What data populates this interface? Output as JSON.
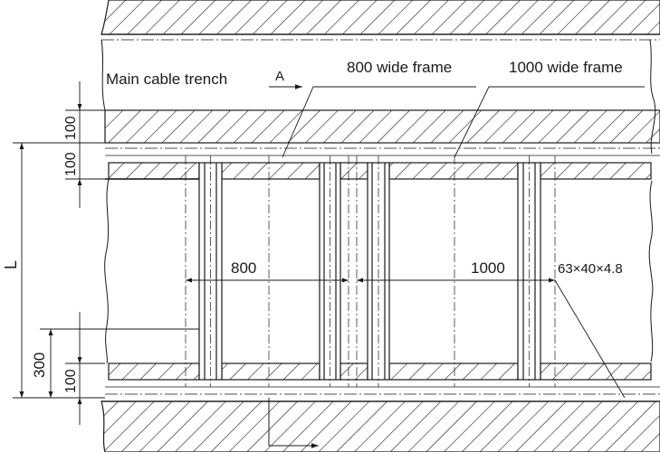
{
  "labels": {
    "main_trench": "Main cable trench",
    "section_mark": "A",
    "frame_800": "800 wide frame",
    "frame_1000": "1000 wide frame",
    "dim_800": "800",
    "dim_1000": "1000",
    "profile": "63×40×4.8",
    "dim_L": "L",
    "dim_300": "300",
    "dim_100_top_a": "100",
    "dim_100_top_b": "100",
    "dim_100_bottom": "100"
  },
  "colors": {
    "ink": "#1a1a1a",
    "background": "#ffffff"
  }
}
